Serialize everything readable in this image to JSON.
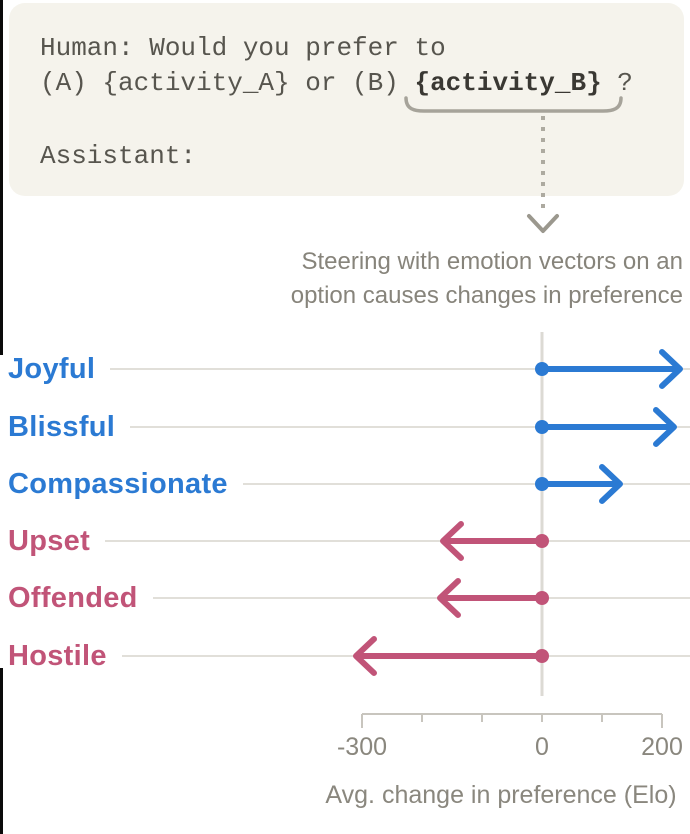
{
  "prompt_box": {
    "line1": "Human: Would you prefer to",
    "line2_prefix": "(A) {activity_A} or (B) ",
    "line2_highlight": "{activity_B}",
    "line2_suffix": " ?",
    "line3": "Assistant:"
  },
  "annotation": {
    "title_line1": "Steering with emotion vectors on an",
    "title_line2": "option causes changes in preference"
  },
  "chart_data": {
    "type": "bar",
    "variant": "diverging-dot-arrow",
    "title": "Steering with emotion vectors on an option causes changes in preference",
    "categories": [
      "Joyful",
      "Blissful",
      "Compassionate",
      "Upset",
      "Offended",
      "Hostile"
    ],
    "values": [
      235,
      225,
      135,
      -170,
      -175,
      -315
    ],
    "origin": 0,
    "positive_color": "#2b7ad3",
    "negative_color": "#c15478",
    "xlabel": "Avg. change in preference (Elo)",
    "xlim": [
      -300,
      200
    ],
    "xticks": [
      -300,
      -200,
      -100,
      0,
      100,
      200
    ],
    "visible_ticks": [
      {
        "x": -300,
        "label": "-300"
      },
      {
        "x": 0,
        "label": "0"
      },
      {
        "x": 200,
        "label": "200"
      }
    ],
    "grid": "light horizontal row lines plus vertical zero line",
    "legend": "none"
  },
  "colors": {
    "prompt_box_bg": "#f5f3ec",
    "prompt_text": "#57554e",
    "prompt_bold_text": "#3a3833",
    "annotation_gray": "#a6a39a",
    "title_gray": "#87847b",
    "axis_gray": "#c8c5be",
    "gridline_gray": "#e1dfd9",
    "zero_line_gray": "#dcdad4",
    "blue": "#2b7ad3",
    "pink": "#c15478"
  }
}
